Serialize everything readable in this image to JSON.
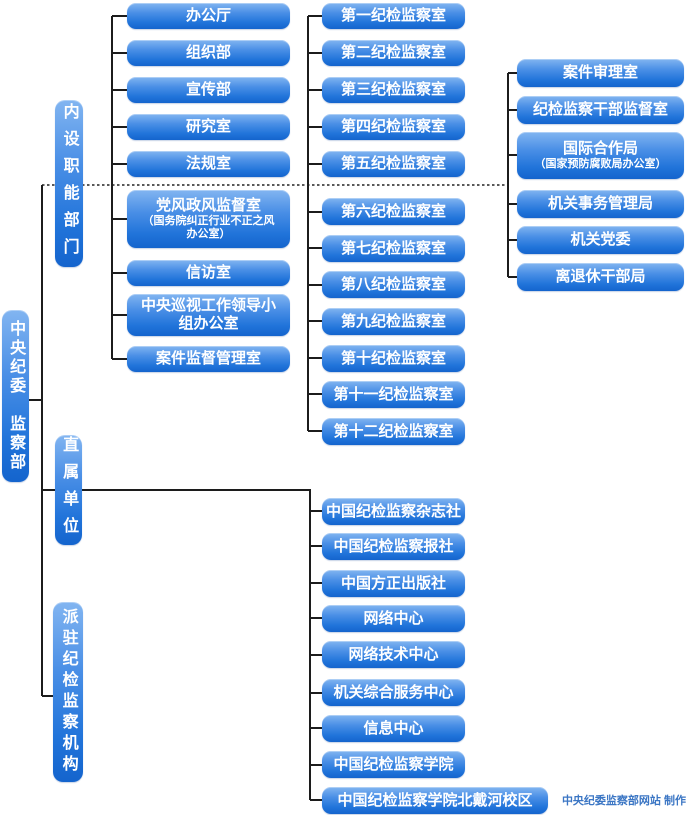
{
  "org": {
    "root": "中央纪委　监察部",
    "branch_internal": "内设职能部门",
    "branch_direct": "直属单位",
    "branch_dispatched": "派驻纪检监察机构",
    "internal_a": [
      "办公厅",
      "组织部",
      "宣传部",
      "研究室",
      "法规室"
    ],
    "internal_b": [
      {
        "label": "党风政风监督室",
        "sub": "（国务院纠正行业不正之风办公室）"
      },
      {
        "label": "信访室"
      },
      {
        "label": "中央巡视工作领导小组办公室"
      },
      {
        "label": "案件监督管理室"
      }
    ],
    "rooms": [
      "第一纪检监察室",
      "第二纪检监察室",
      "第三纪检监察室",
      "第四纪检监察室",
      "第五纪检监察室",
      "第六纪检监察室",
      "第七纪检监察室",
      "第八纪检监察室",
      "第九纪检监察室",
      "第十纪检监察室",
      "第十一纪检监察室",
      "第十二纪检监察室"
    ],
    "offices": [
      {
        "label": "案件审理室"
      },
      {
        "label": "纪检监察干部监督室"
      },
      {
        "label": "国际合作局",
        "sub": "（国家预防腐败局办公室）"
      },
      {
        "label": "机关事务管理局"
      },
      {
        "label": "机关党委"
      },
      {
        "label": "离退休干部局"
      }
    ],
    "direct_units": [
      "中国纪检监察杂志社",
      "中国纪检监察报社",
      "中国方正出版社",
      "网络中心",
      "网络技术中心",
      "机关综合服务中心",
      "信息中心",
      "中国纪检监察学院",
      "中国纪检监察学院北戴河校区"
    ]
  },
  "footer": {
    "credit": "中央纪委监察部网站 制作"
  },
  "colors": {
    "node_gradient_top": "#82b5f1",
    "node_gradient_bottom": "#1464cd",
    "node_text": "#ffffff",
    "connector_line": "#1c1c1c",
    "credit_text": "#3b76c4",
    "background": "#ffffff"
  }
}
